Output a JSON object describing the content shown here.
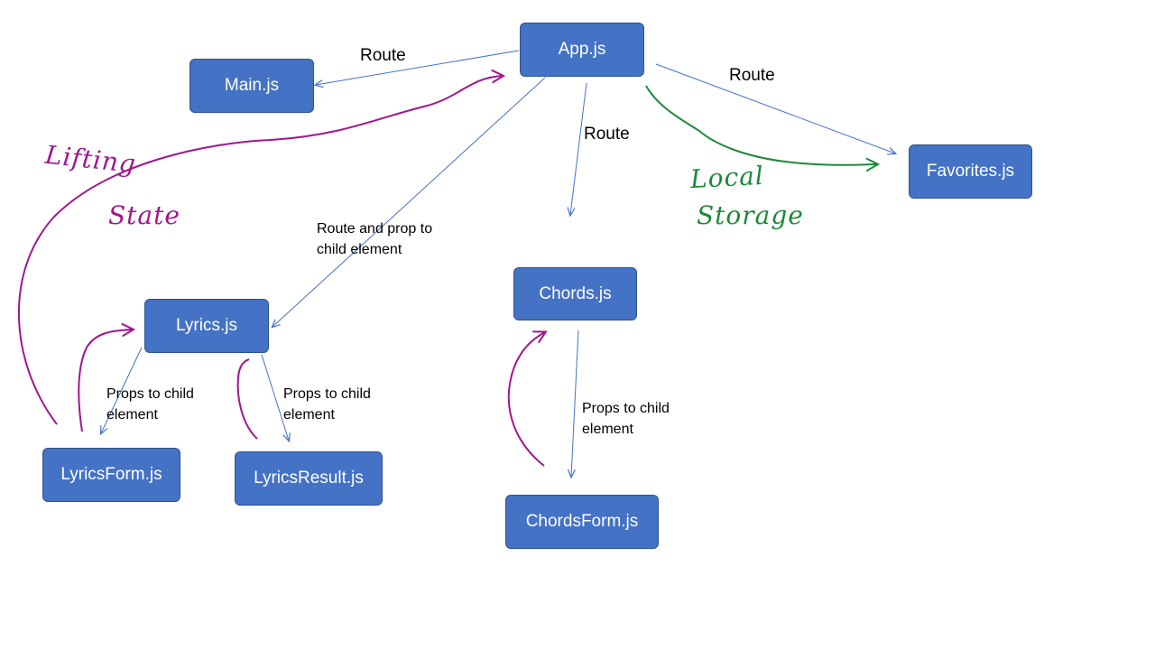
{
  "nodes": {
    "app": "App.js",
    "main": "Main.js",
    "favorites": "Favorites.js",
    "lyrics": "Lyrics.js",
    "chords": "Chords.js",
    "lyrics_form": "LyricsForm.js",
    "lyrics_result": "LyricsResult.js",
    "chords_form": "ChordsForm.js"
  },
  "edge_labels": {
    "route_main": "Route",
    "route_favorites": "Route",
    "route_chords": "Route",
    "route_lyrics": "Route and prop to\nchild element",
    "props_lyrics_form": "Props to child\nelement",
    "props_lyrics_result": "Props to child\nelement",
    "props_chords_form": "Props to child\nelement"
  },
  "annotations": {
    "lifting": "Lifting",
    "state": "State",
    "local": "Local",
    "storage": "Storage"
  },
  "colors": {
    "node_fill": "#4472c4",
    "node_border": "#2f528f",
    "arrow": "#4472c4",
    "lifting_state": "#a0168f",
    "local_storage": "#1b8a3a"
  }
}
